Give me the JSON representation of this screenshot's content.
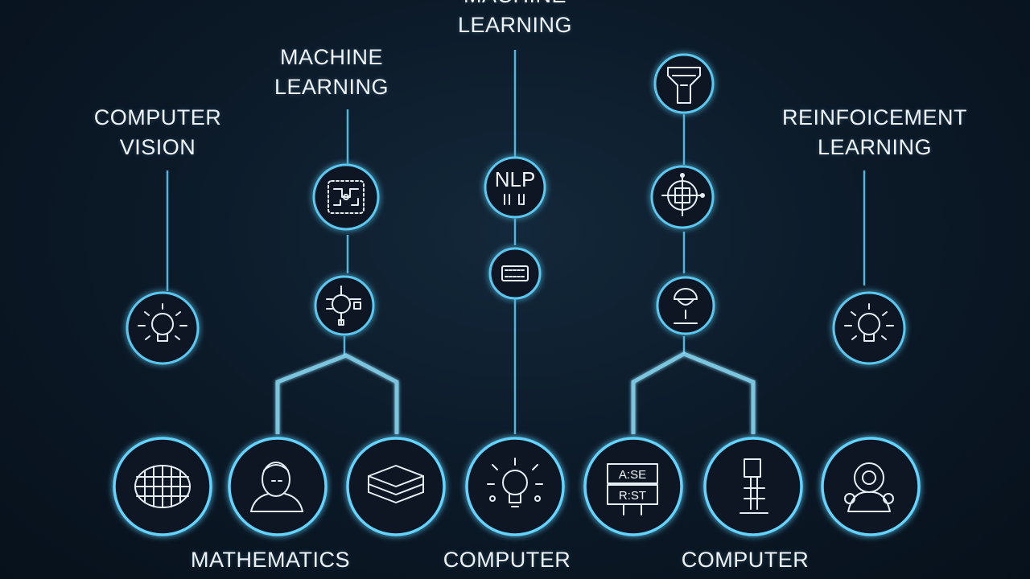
{
  "labels": {
    "top_center": "LEARNING",
    "top_center_partial": "MACHINE",
    "machine_learning_line1": "MACHINE",
    "machine_learning_line2": "LEARNING",
    "computer_vision_line1": "COMPUTER",
    "computer_vision_line2": "VISION",
    "reinforcement_line1": "REINFOICEMENT",
    "reinforcement_line2": "LEARNING",
    "nlp": "NLP",
    "bottom_mathematics": "MATHEMATICS",
    "bottom_computer_center": "COMPUTER",
    "bottom_computer_right": "COMPUTER"
  },
  "icon_text": {
    "abc_top": "A:SE",
    "abc_bottom": "R:ST"
  },
  "icons": [
    "lightbulb-icon",
    "circuit-chip-icon",
    "cpu-board-icon",
    "nlp-icon",
    "keyboard-icon",
    "target-icon",
    "funnel-icon",
    "robot-head-icon",
    "brain-mesh-icon",
    "person-icon",
    "layers-icon",
    "idea-bulb-icon",
    "abc-board-icon",
    "computer-tower-icon",
    "eye-robot-icon"
  ],
  "colors": {
    "background": "#0b1826",
    "line": "#4fb4df",
    "glow": "#8fe3ff",
    "text": "#eef3f7"
  }
}
